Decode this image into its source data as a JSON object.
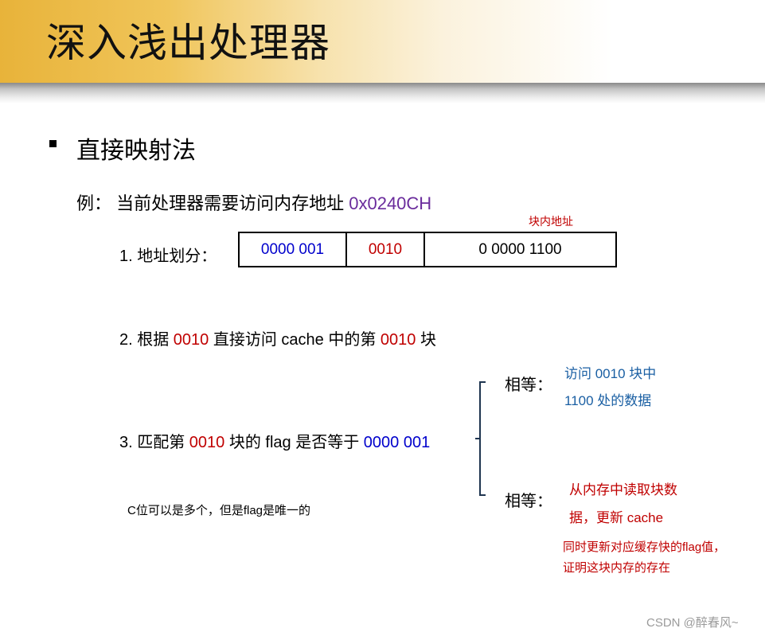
{
  "title": "深入浅出处理器",
  "heading": "直接映射法",
  "example": {
    "prefix": "例： 当前处理器需要访问内存地址 ",
    "address": "0x0240CH"
  },
  "block_address_label": "块内地址",
  "step1": {
    "label": "1. 地址划分：",
    "fields": [
      "0000 001",
      "0010",
      "0 0000 1100"
    ]
  },
  "step2": {
    "p1": "2. 根据 ",
    "v1": "0010",
    "p2": " 直接访问 cache 中的第 ",
    "v2": "0010",
    "p3": " 块"
  },
  "step3": {
    "p1": "3. 匹配第 ",
    "v1": "0010",
    "p2": " 块的 flag 是否等于 ",
    "v2": "0000 001"
  },
  "branch_equal": {
    "label": "相等：",
    "line1": "访问 0010 块中",
    "line2": "1100 处的数据"
  },
  "branch_not_equal": {
    "label": "相等：",
    "line1": "从内存中读取块数",
    "line2": "据，更新 cache"
  },
  "note_left": "C位可以是多个，但是flag是唯一的",
  "note_bottom": {
    "line1": "同时更新对应缓存快的flag值，",
    "line2": "证明这块内存的存在"
  },
  "watermark": "CSDN @醉春风~",
  "colors": {
    "banner_gold": "#e8b33a",
    "address_purple": "#6a2c9c",
    "value_red": "#c00000",
    "value_blue": "#0000cc",
    "branch_teal": "#1a5fa3"
  }
}
